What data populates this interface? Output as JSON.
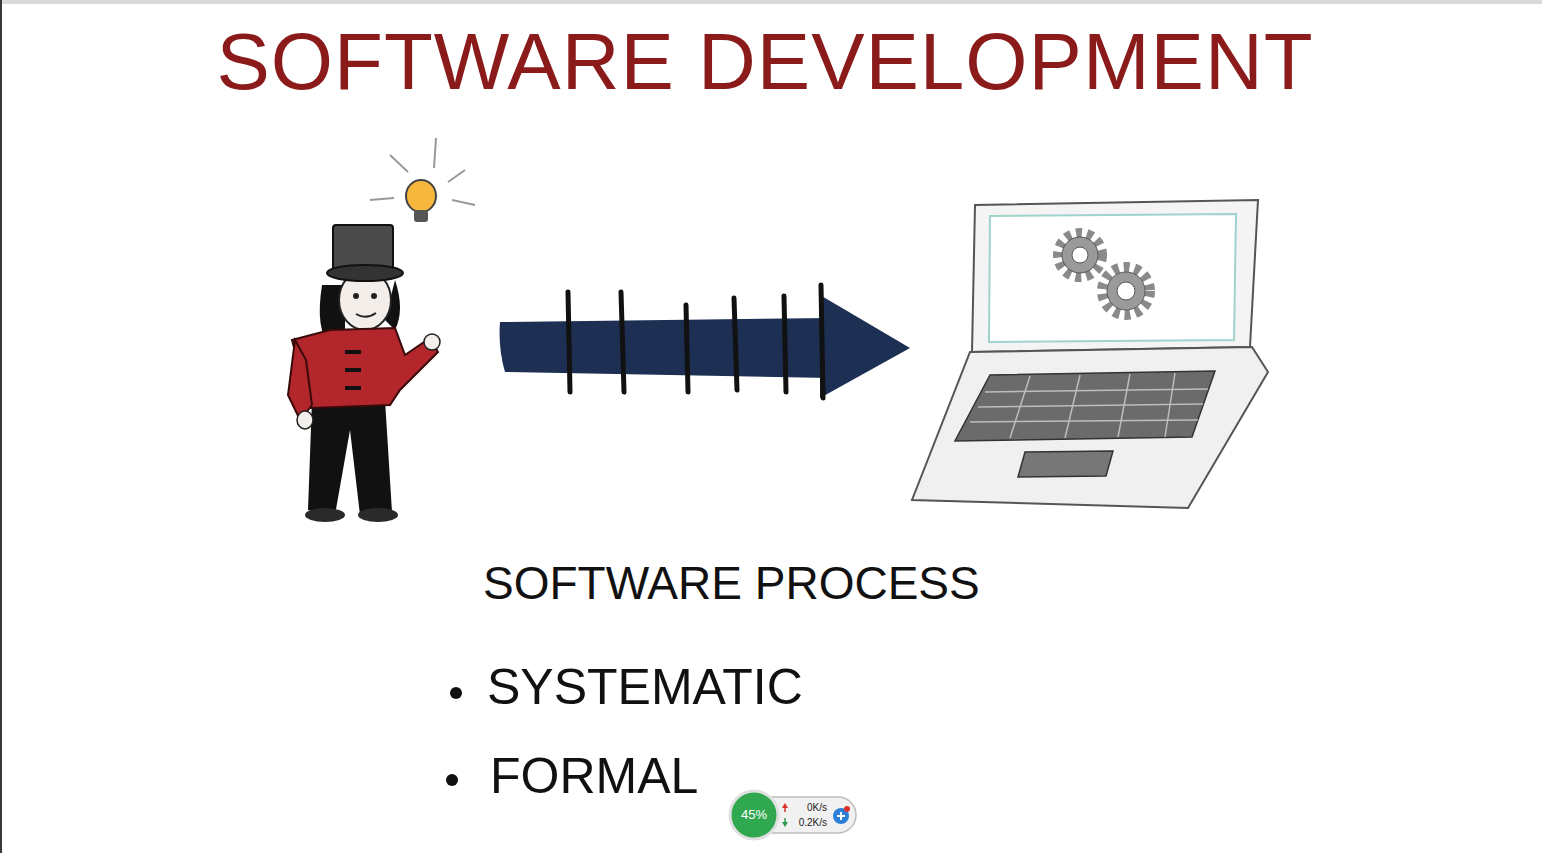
{
  "diagram": {
    "title": "SOFTWARE DEVELOPMENT",
    "labels": [
      "SOFTWARE PROCESS",
      "SYSTEMATIC",
      "FORMAL",
      "45%",
      "0K/s",
      "0.2K/s"
    ]
  }
}
